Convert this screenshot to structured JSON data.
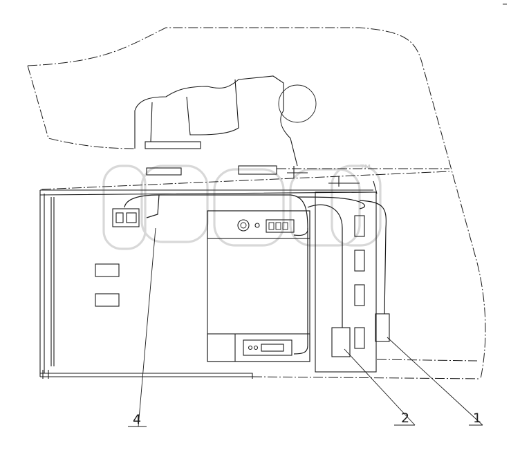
{
  "callouts": [
    {
      "id": "1",
      "label": "1"
    },
    {
      "id": "2",
      "label": "2"
    },
    {
      "id": "4",
      "label": "4"
    }
  ],
  "watermark": {
    "text": "™",
    "color": "#d8d8d8"
  },
  "colors": {
    "line": "#1a1a1a",
    "background": "#ffffff"
  }
}
